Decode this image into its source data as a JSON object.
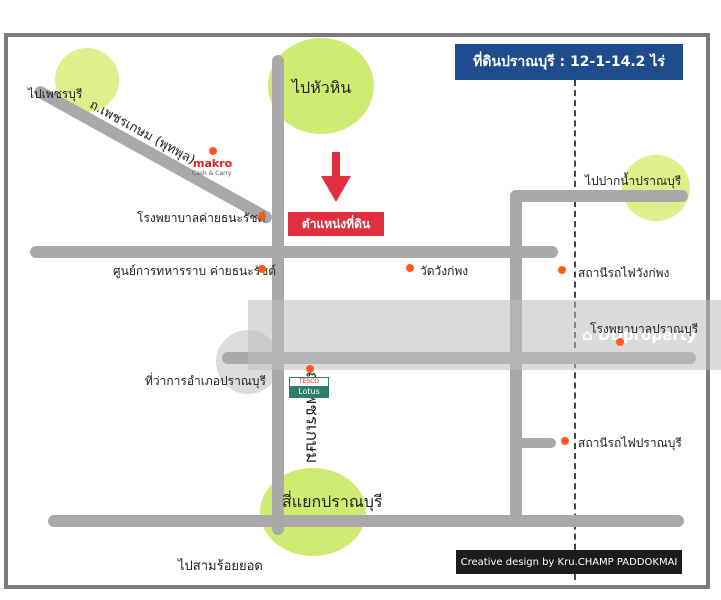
{
  "title": "ที่ดินปราณบุรี : 12-1-14.2 ไร่",
  "site_label": "ตำแหน่งที่ดิน",
  "roads": {
    "phetkasem_diag": "ถ.เพชรเกษม (พุทพุล)",
    "phetkasem_vertical": "ถ.เพชรเกษม"
  },
  "places": {
    "to_phetchaburi": "ไปเพชรบุรี",
    "to_hua_hin": "ไปหัวหิน",
    "to_pak_nam_pran": "ไปปากน้ำปราณบุรี",
    "camp_hospital": "โรงพยาบาลค่ายธนะรัชต์",
    "army_training_center": "ศูนย์การทหารราบ ค่ายธนะรัชต์",
    "wat_wang_kaphong": "วัดวังก่พง",
    "wang_kaphong_station": "สถานีรถไฟวังก่พง",
    "pranburi_hospital": "โรงพยาบาลปราณบุรี",
    "pranburi_district_office": "ที่ว่าการอำเภอปราณบุรี",
    "pranburi_station": "สถานีรถไฟปราณบุรี",
    "pranburi_intersection": "สี่แยกปราณบุรี",
    "to_sam_roi_yot": "ไปสามร้อยยอด"
  },
  "logos": {
    "makro": "makro",
    "makro_sub": "Cash & Carry",
    "tesco": "TESCO",
    "lotus": "Lotus"
  },
  "watermark": "DDproperty",
  "credit": "Creative design by Kru.CHAMP PADDOKMAI",
  "colors": {
    "title_bg": "#1e4c8c",
    "site_tag": "#e03040",
    "road": "#a9a9a9",
    "marker_dot": "#ff5a1f",
    "circle_green": "#cfec72"
  },
  "icons": [
    "site-arrow-icon",
    "location-dot-icon",
    "watermark-house-icon"
  ]
}
